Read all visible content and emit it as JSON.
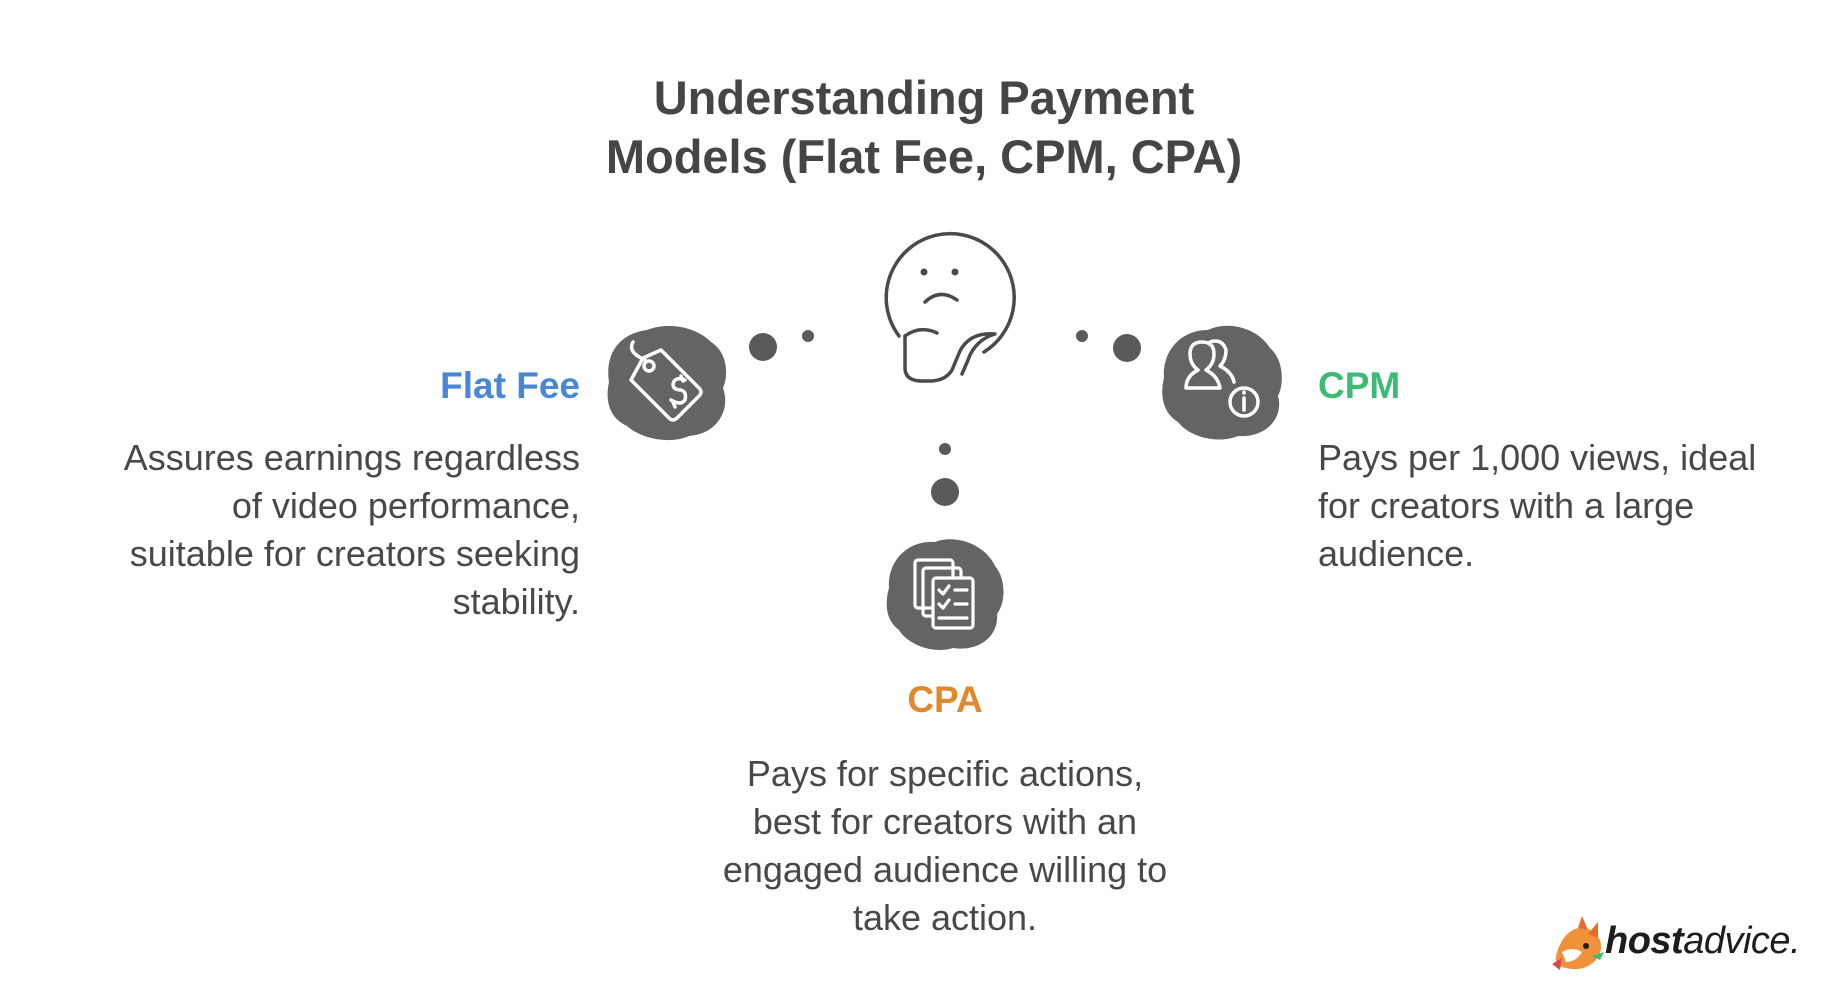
{
  "title": {
    "line1": "Understanding Payment",
    "line2": "Models (Flat Fee, CPM, CPA)"
  },
  "nodes": {
    "flat_fee": {
      "label": "Flat Fee",
      "color": "#4a86d8",
      "icon": "price-tag-icon",
      "desc": [
        "Assures earnings regardless",
        "of video performance,",
        "suitable for creators seeking",
        "stability."
      ]
    },
    "cpm": {
      "label": "CPM",
      "color": "#3dbb74",
      "icon": "users-info-icon",
      "desc": [
        "Pays per 1,000 views, ideal",
        "for creators with a large",
        "audience."
      ]
    },
    "cpa": {
      "label": "CPA",
      "color": "#e0882e",
      "icon": "checklist-documents-icon",
      "desc": [
        "Pays for specific actions,",
        "best for creators with an",
        "engaged audience willing to",
        "take action."
      ]
    }
  },
  "center_icon": "thinking-face-icon",
  "brand": {
    "bold": "host",
    "rest": "advice."
  },
  "colors": {
    "icon_fill": "#646464",
    "title": "#454545",
    "text": "#484848"
  }
}
